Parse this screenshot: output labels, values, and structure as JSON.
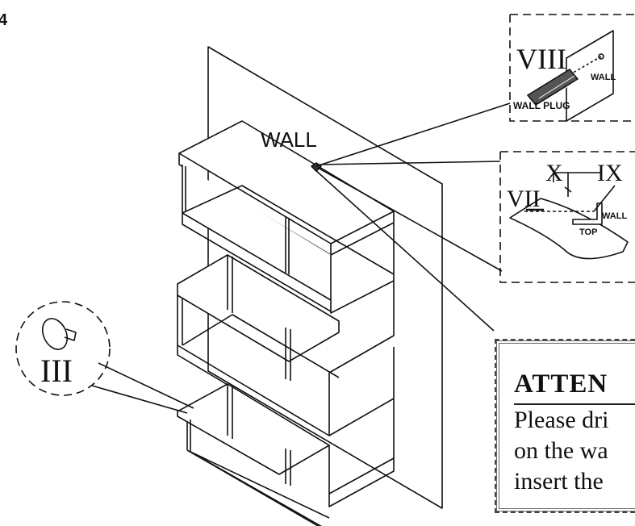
{
  "step_number": "4",
  "labels": {
    "wall_main": "WALL",
    "callout_wall_plug_part": "VIII",
    "callout_wall_plug_wall": "WALL",
    "callout_wall_plug_name": "WALL PLUG",
    "callout_bracket_x": "X",
    "callout_bracket_ix": "IX",
    "callout_bracket_vii": "VII",
    "callout_bracket_wall": "WALL",
    "callout_bracket_top": "TOP",
    "knob_part": "III"
  },
  "attention": {
    "title": "ATTEN",
    "lines": [
      "Please dri",
      "on the wa",
      "insert the"
    ]
  }
}
